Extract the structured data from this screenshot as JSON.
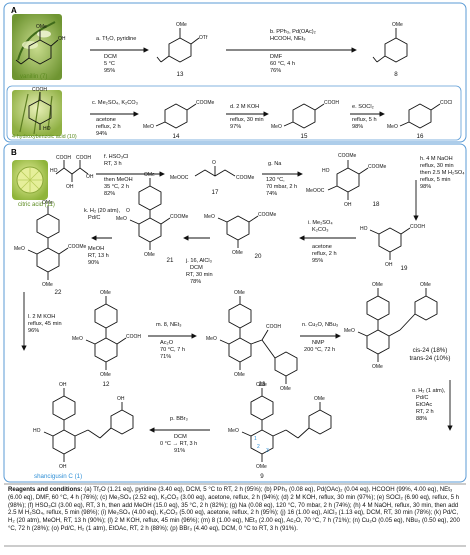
{
  "panels": {
    "A": "A",
    "B": "B"
  },
  "natural_products": {
    "vanillin": "vanillin (7)",
    "hydroxybenzoic": "4-hydroxybenzoic acid (10)",
    "citric": "citric acid (11)",
    "target": "shancigusin C (1)"
  },
  "compounds": {
    "c13": "13",
    "c8": "8",
    "c14": "14",
    "c15": "15",
    "c16": "16",
    "c17": "17",
    "c18": "18",
    "c19": "19",
    "c20": "20",
    "c21": "21",
    "c22": "22",
    "c12": "12",
    "c23": "23",
    "c24": "cis-24 (18%)",
    "c24b": "trans-24 (10%)",
    "c9": "9"
  },
  "steps": {
    "a": [
      "a. Tf₂O, pyridine",
      "DCM",
      "5 °C",
      "95%"
    ],
    "b": [
      "b. PPh₃, Pd(OAc)₂",
      "HCOOH, NEt₃",
      "DMF",
      "60 °C, 4 h",
      "76%"
    ],
    "c": [
      "c. Me₂SO₄, K₂CO₃",
      "acetone",
      "reflux, 2 h",
      "94%"
    ],
    "d": [
      "d. 2 M KOH",
      "reflux, 30 min",
      "97%"
    ],
    "e": [
      "e. SOCl₂",
      "reflux, 5 h",
      "98%"
    ],
    "f": [
      "f. HSO₃Cl",
      "RT, 3 h",
      "then MeOH",
      "35 °C, 2 h",
      "82%"
    ],
    "g": [
      "g. Na",
      "120 °C,",
      "70 mbar, 2 h",
      "74%"
    ],
    "h": [
      "h. 4 M NaOH",
      "reflux, 30 min",
      "then 2.5 M H₂SO₄",
      "reflux, 5 min",
      "98%"
    ],
    "i": [
      "i. Me₂SO₄",
      "K₂CO₃",
      "acetone",
      "reflux, 2 h",
      "95%"
    ],
    "j": [
      "j. 16, AlCl₃",
      "DCM",
      "RT, 30 min",
      "78%"
    ],
    "k": [
      "k. H₂ (20 atm),",
      "Pd/C",
      "MeOH",
      "RT, 13 h",
      "90%"
    ],
    "l": [
      "l. 2 M KOH",
      "reflux, 45 min",
      "96%"
    ],
    "m": [
      "m. 8, NEt₃",
      "Ac₂O",
      "70 °C, 7 h",
      "71%"
    ],
    "n": [
      "n. Cu₂O, NBu₃",
      "NMP",
      "200 °C, 72 h"
    ],
    "o": [
      "o. H₂ (1 atm),",
      "Pd/C",
      "EtOAc",
      "RT, 2 h",
      "88%"
    ],
    "p": [
      "p. BBr₃",
      "DCM",
      "0 °C → RT, 3 h",
      "91%"
    ]
  },
  "atom_numbers": [
    "1",
    "2",
    "3"
  ],
  "footnote": {
    "title": "Reagents and conditions:",
    "body": " (a) Tf₂O (1.21 eq), pyridine (3.40 eq), DCM, 5 °C to RT, 2 h (95%); (b) PPh₃ (0.08 eq), Pd(OAc)₂ (0.04 eq), HCOOH (99%, 4.00 eq), NEt₃ (6.00 eq), DMF, 60 °C, 4 h (76%); (c) Me₂SO₄ (2.52 eq), K₂CO₃ (3.00 eq), acetone, reflux, 2 h (94%); (d) 2 M KOH, reflux, 30 min (97%); (e) SOCl₂ (6.90 eq), reflux, 5 h (98%); (f) HSO₃Cl (3.00 eq), RT, 3 h, then add MeOH (15.0 eq), 35 °C, 2 h (82%); (g) Na (0.08 eq), 120 °C, 70 mbar, 2 h (74%); (h) 4 M NaOH, reflux, 30 min, then add 2.5 M H₂SO₄, reflux, 5 min (98%); (i) Me₂SO₄ (4.00 eq), K₂CO₃ (5.00 eq), acetone, reflux, 2 h (95%); (j) 16 (1.00 eq), AlCl₃ (1.13 eq), DCM, RT, 30 min (78%); (k) Pd/C, H₂ (20 atm), MeOH, RT, 13 h (90%); (l) 2 M KOH, reflux, 45 min (96%); (m) 8 (1.00 eq), NEt₃ (2.00 eq), Ac₂O, 70 °C, 7 h (71%); (n) Cu₂O (0.05 eq), NBu₃ (0.50 eq), 200 °C, 72 h (28%); (o) Pd/C, H₂ (1 atm), EtOAc, RT, 2 h (88%); (p) BBr₃ (4.40 eq), DCM, 0 °C to RT, 3 h (91%)."
  },
  "colors": {
    "frame": "#5b9bd5",
    "plant_a": "#7a9e3a",
    "plant_c": "#9bbf4a",
    "natural_label": "#5a8a1e",
    "target_label": "#2e8fd6"
  }
}
